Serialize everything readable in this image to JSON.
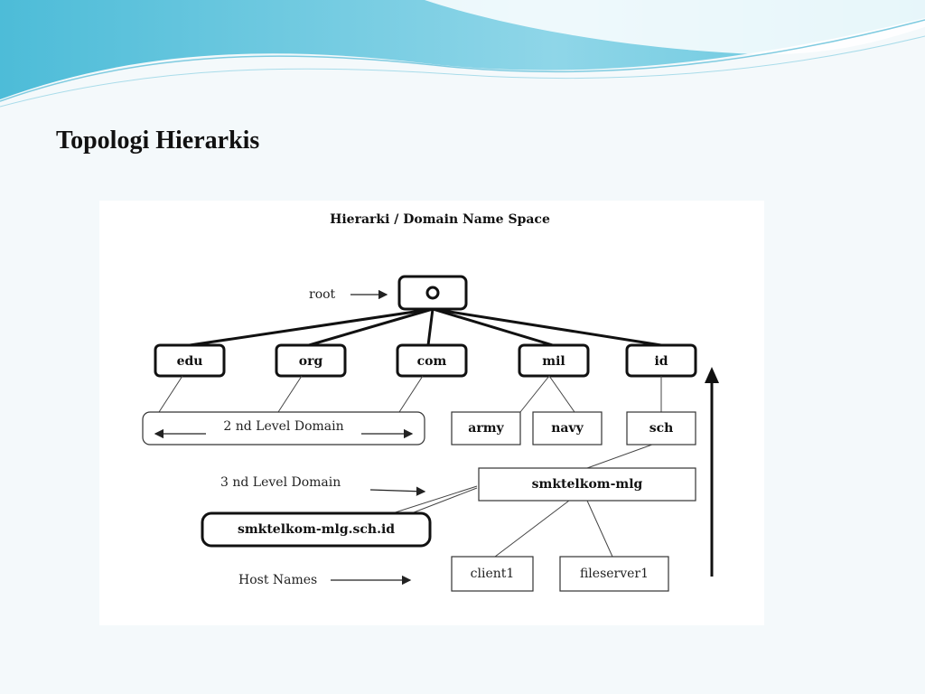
{
  "slide": {
    "title": "Topologi Hierarkis"
  },
  "diagram": {
    "title": "Hierarki / Domain Name Space",
    "root_label": "root",
    "root_node": "o",
    "tld": [
      "edu",
      "org",
      "com",
      "mil",
      "id"
    ],
    "second_level_label": "2 nd Level Domain",
    "mil_children": [
      "army",
      "navy"
    ],
    "id_child": "sch",
    "third_level_label": "3 nd Level Domain",
    "third_level_node": "smktelkom-mlg",
    "fqdn": "smktelkom-mlg.sch.id",
    "host_names_label": "Host Names",
    "hosts": [
      "client1",
      "fileserver1"
    ]
  },
  "colors": {
    "wave_dark": "#5fc4dc",
    "wave_light": "#bfe6f0",
    "background": "#f4f9fb"
  }
}
